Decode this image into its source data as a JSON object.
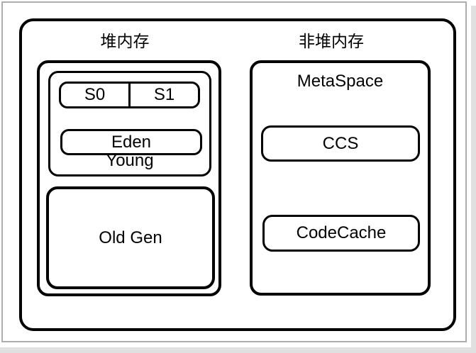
{
  "colors": {
    "outline": "#000000",
    "frame_border": "#adadad",
    "shadow": "#e0e0e0",
    "background": "#ffffff",
    "text": "#000000"
  },
  "diagram": {
    "heap": {
      "title": "堆内存",
      "young": {
        "label": "Young",
        "s0": "S0",
        "s1": "S1",
        "eden": "Eden"
      },
      "old_gen": "Old Gen"
    },
    "non_heap": {
      "title": "非堆内存",
      "metaspace": "MetaSpace",
      "ccs": "CCS",
      "codecache": "CodeCache"
    }
  }
}
